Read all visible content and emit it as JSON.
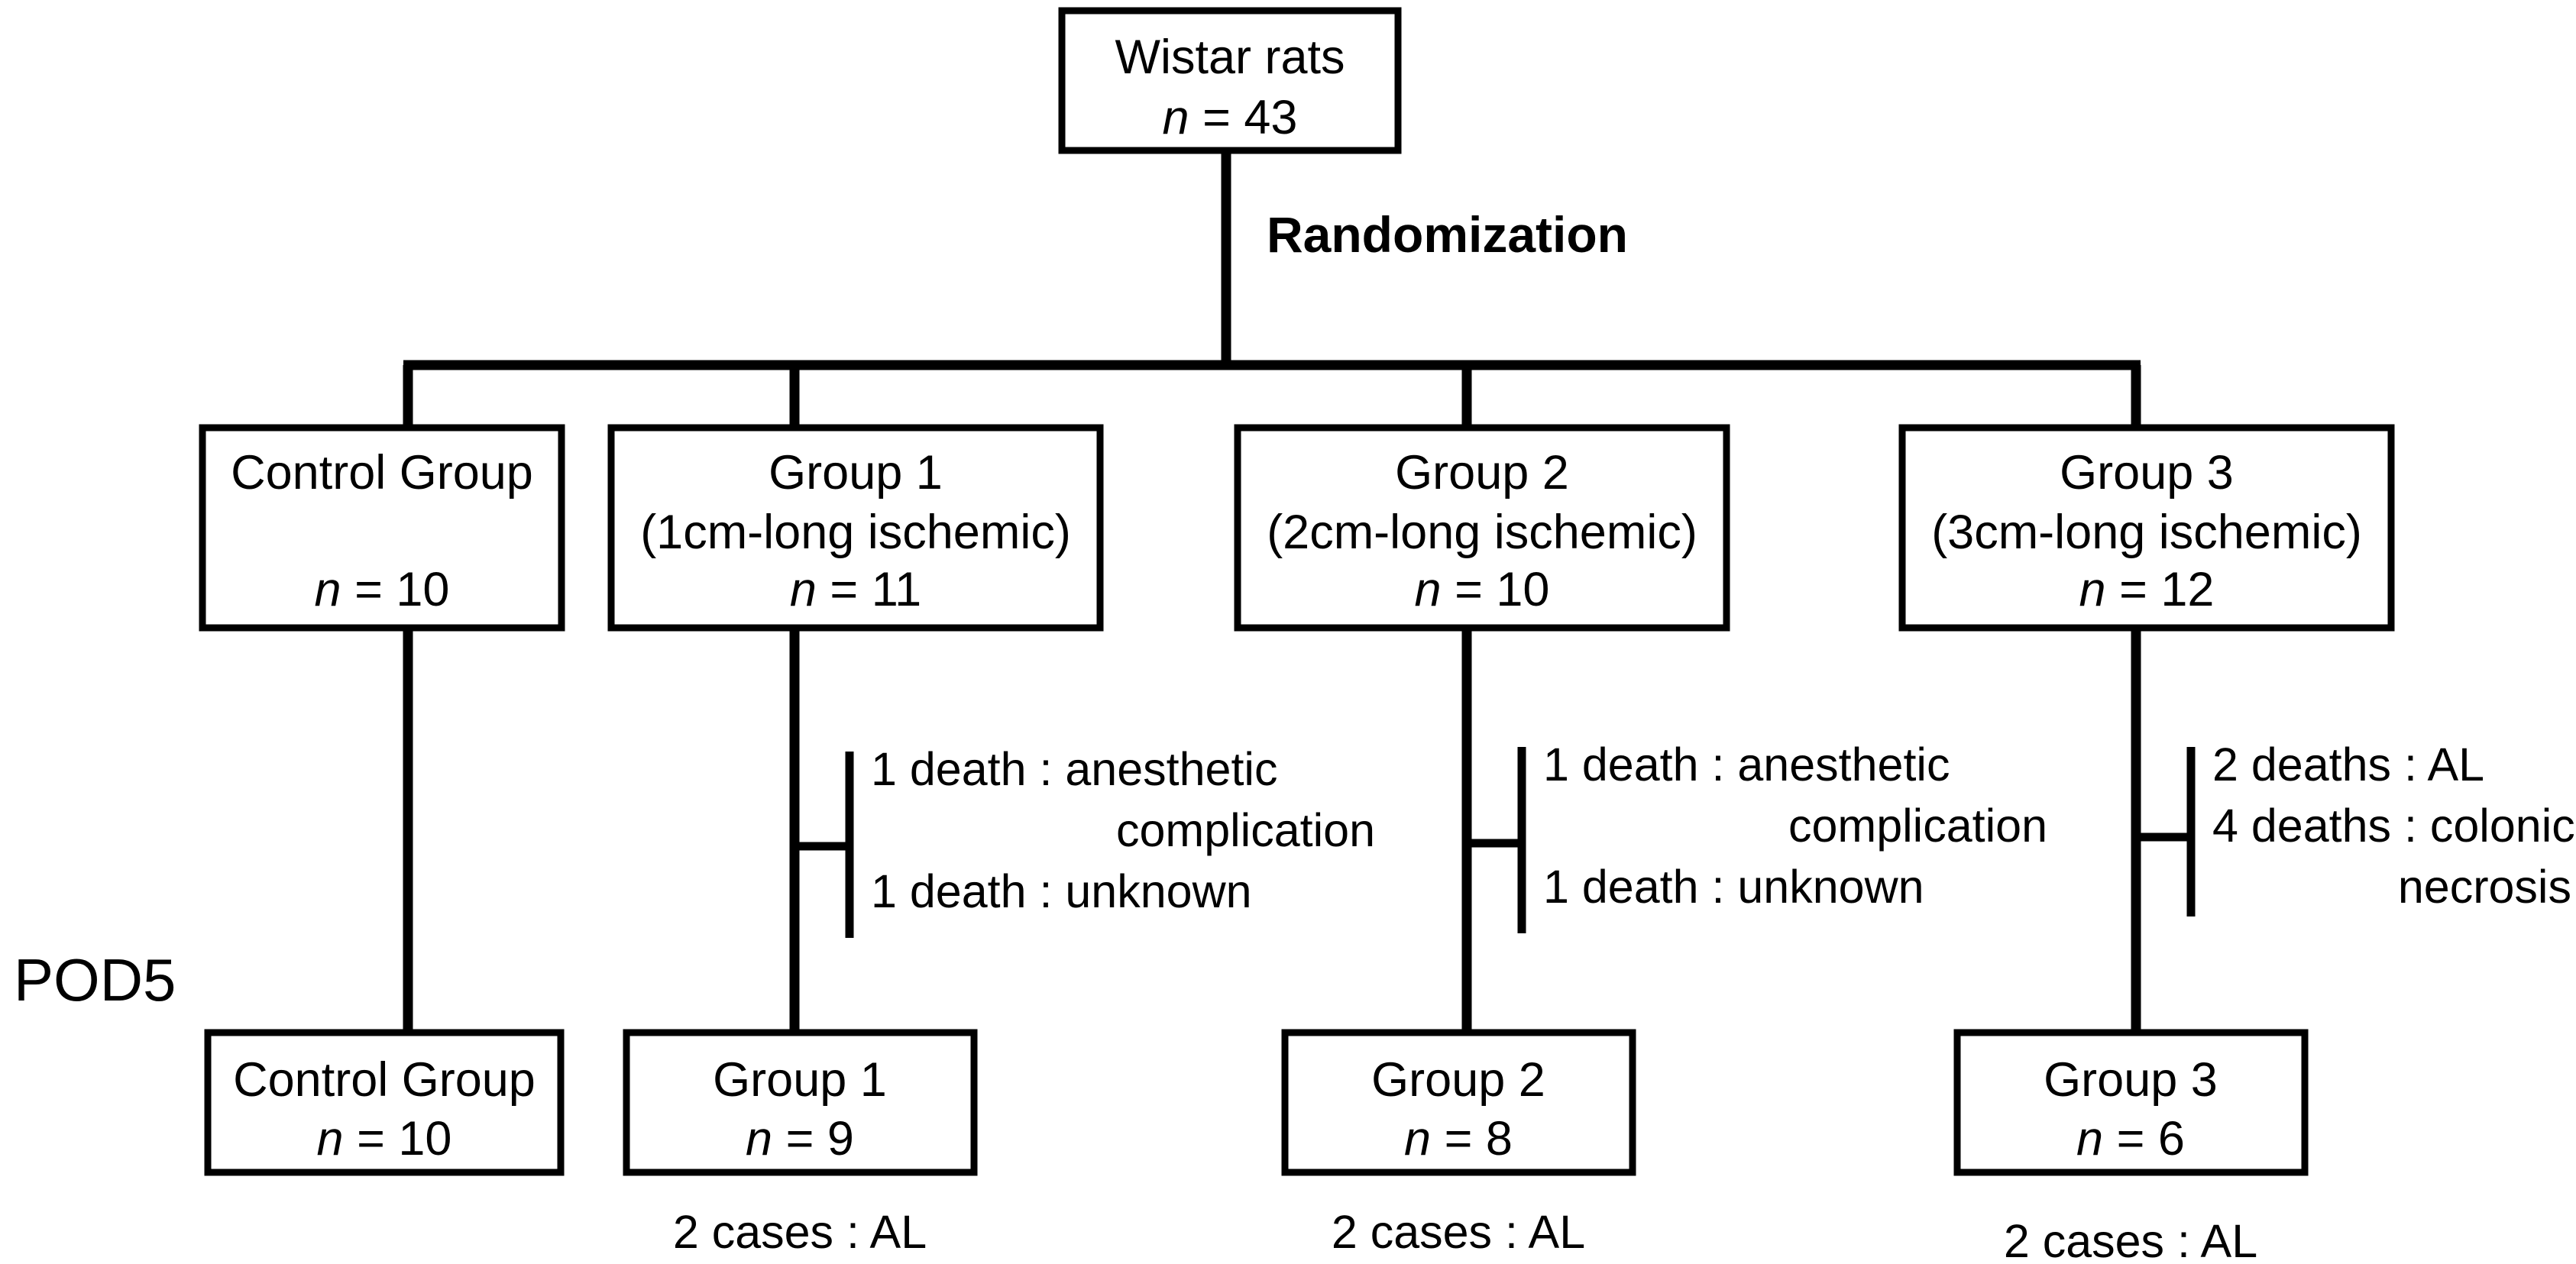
{
  "diagram": {
    "title_node": {
      "label": "Wistar rats",
      "n_prefix": "n",
      "n_value": " = 43"
    },
    "randomization_label": "Randomization",
    "timepoint_label": "POD5",
    "groups_row": [
      {
        "name": "control",
        "line1": "Control Group",
        "line2": "",
        "n_prefix": "n",
        "n_value": " = 10"
      },
      {
        "name": "group1",
        "line1": "Group 1",
        "line2": "(1cm-long ischemic)",
        "n_prefix": "n",
        "n_value": " = 11"
      },
      {
        "name": "group2",
        "line1": "Group 2",
        "line2": "(2cm-long ischemic)",
        "n_prefix": "n",
        "n_value": " = 10"
      },
      {
        "name": "group3",
        "line1": "Group 3",
        "line2": "(3cm-long ischemic)",
        "n_prefix": "n",
        "n_value": " = 12"
      }
    ],
    "attrition_annotations": [
      {
        "name": "group1-attrition",
        "lines": [
          {
            "text": "1 death : anesthetic",
            "align": "left"
          },
          {
            "text": "complication",
            "align": "right"
          },
          {
            "text": "1 death : unknown",
            "align": "left"
          }
        ]
      },
      {
        "name": "group2-attrition",
        "lines": [
          {
            "text": "1 death : anesthetic",
            "align": "left"
          },
          {
            "text": "complication",
            "align": "right"
          },
          {
            "text": "1 death : unknown",
            "align": "left"
          }
        ]
      },
      {
        "name": "group3-attrition",
        "lines": [
          {
            "text": "2 deaths : AL",
            "align": "left"
          },
          {
            "text": "4 deaths : colonic",
            "align": "left"
          },
          {
            "text": "necrosis",
            "align": "right"
          }
        ]
      }
    ],
    "outcome_row": [
      {
        "name": "control",
        "line1": "Control Group",
        "n_prefix": "n",
        "n_value": " = 10",
        "caption": ""
      },
      {
        "name": "group1",
        "line1": "Group 1",
        "n_prefix": "n",
        "n_value": " = 9",
        "caption": "2 cases : AL"
      },
      {
        "name": "group2",
        "line1": "Group 2",
        "n_prefix": "n",
        "n_value": " = 8",
        "caption": "2 cases : AL"
      },
      {
        "name": "group3",
        "line1": "Group 3",
        "n_prefix": "n",
        "n_value": " = 6",
        "caption": "2 cases : AL"
      }
    ],
    "colors": {
      "stroke": "#000000",
      "fill": "#ffffff",
      "text": "#000000"
    }
  }
}
